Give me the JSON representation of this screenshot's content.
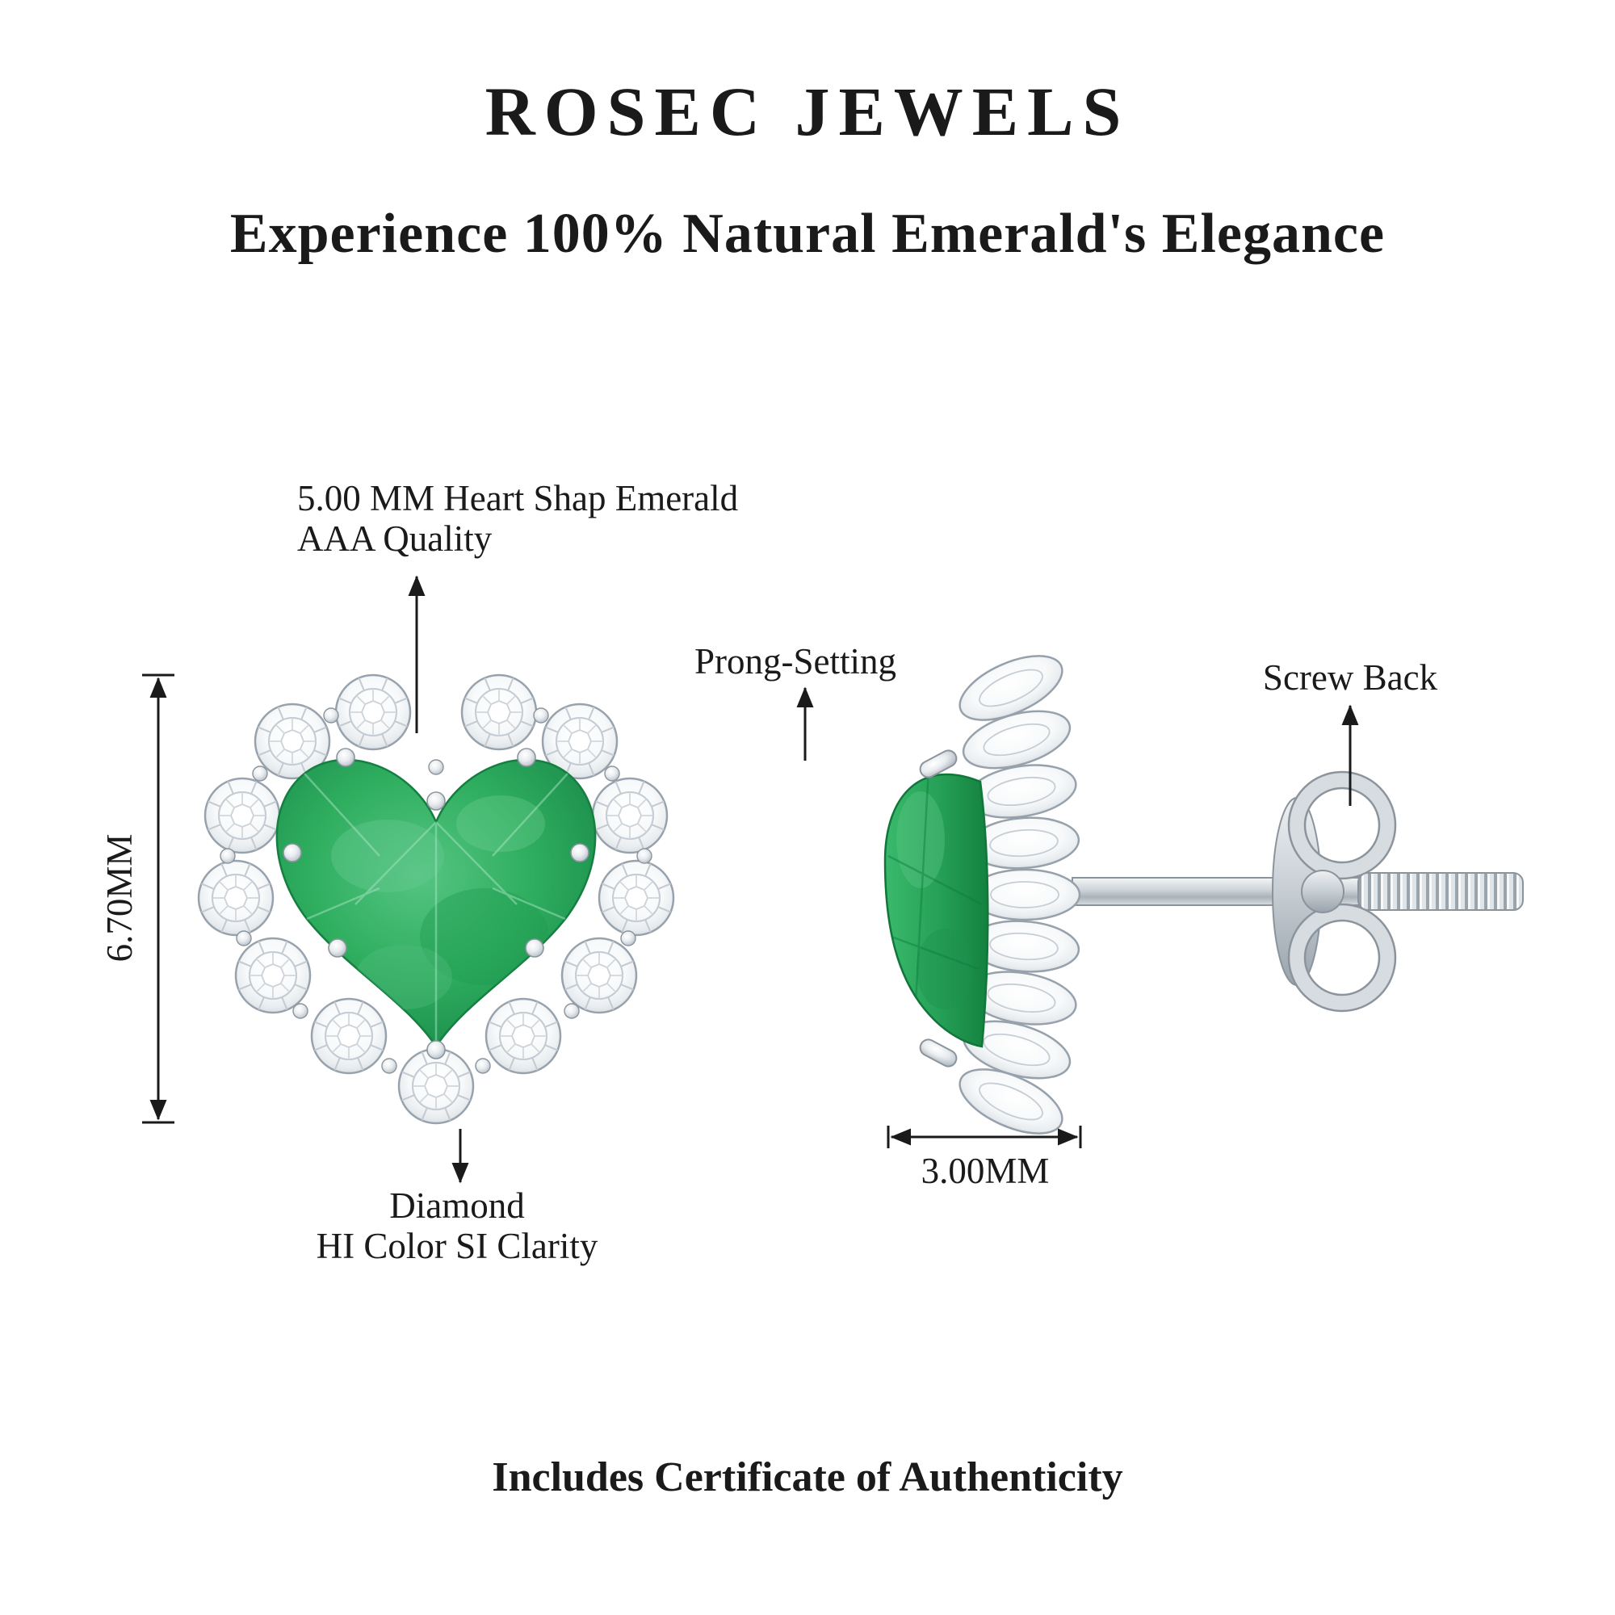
{
  "header": {
    "title": "ROSEC JEWELS",
    "subtitle": "Experience 100% Natural Emerald's Elegance"
  },
  "front_view": {
    "stone_label_line1": "5.00 MM Heart Shap Emerald",
    "stone_label_line2": "AAA Quality",
    "height_dimension": "6.70MM",
    "diamond_label_line1": "Diamond",
    "diamond_label_line2": "HI Color SI Clarity"
  },
  "side_view": {
    "prong_label": "Prong-Setting",
    "screw_back_label": "Screw Back",
    "width_dimension": "3.00MM"
  },
  "footer": {
    "certificate_note": "Includes Certificate of Authenticity"
  },
  "colors": {
    "emerald": "#2fae5f",
    "metal": "#cfd5da",
    "text": "#1a1a1a",
    "background": "#ffffff"
  }
}
